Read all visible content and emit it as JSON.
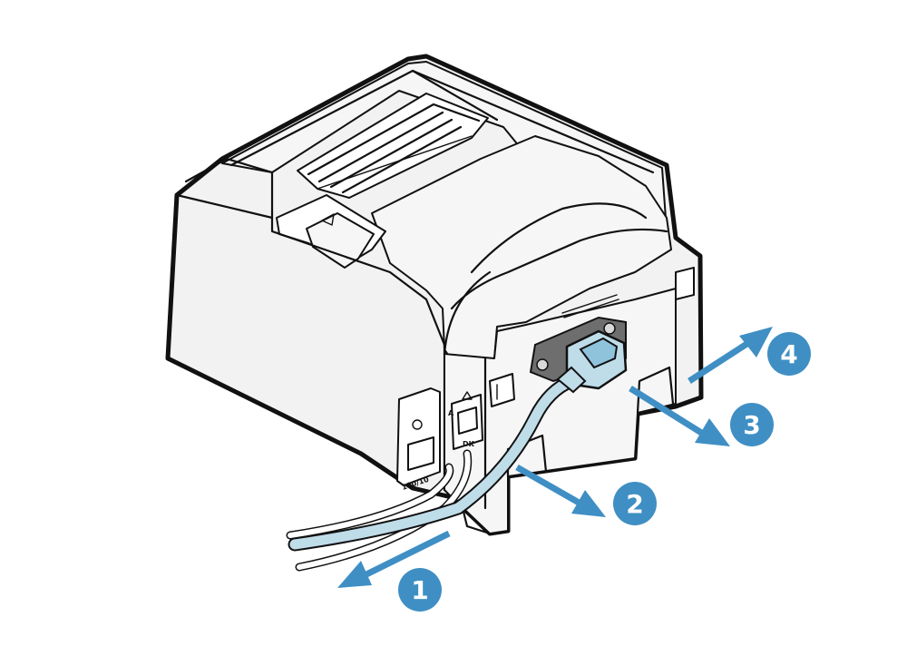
{
  "colors": {
    "accent": "#3f8fc4",
    "cable_fill": "#bfdce9",
    "outline": "#111111",
    "body": "#f2f2f2"
  },
  "steps": [
    {
      "label": "1"
    },
    {
      "label": "2"
    },
    {
      "label": "3"
    },
    {
      "label": "4"
    }
  ],
  "port_labels": {
    "ethernet": "100/10",
    "dk": "DK",
    "power_rating": "A"
  }
}
